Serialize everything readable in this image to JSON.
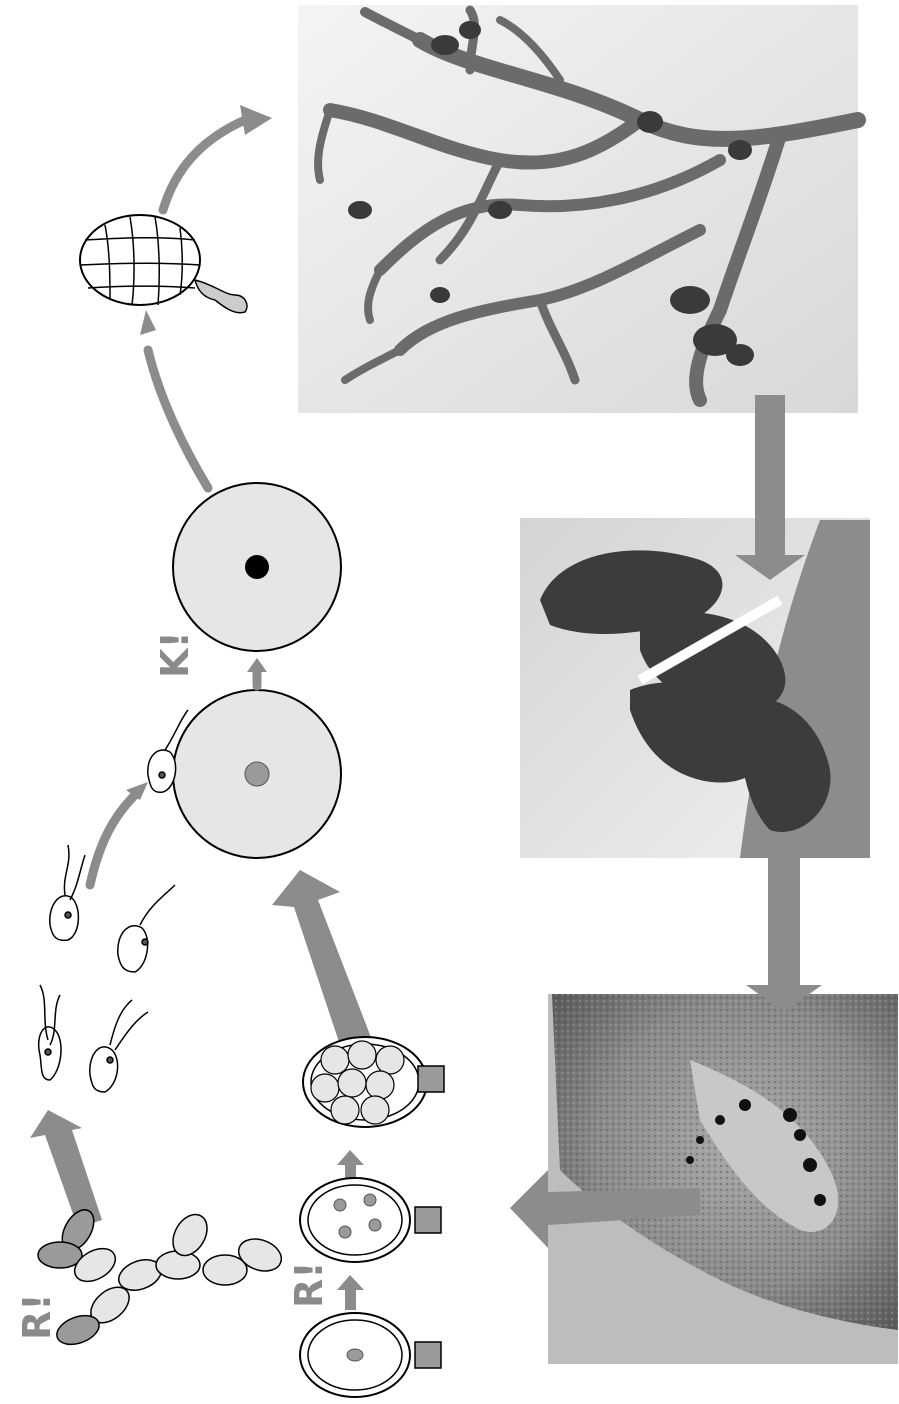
{
  "labels": {
    "meiosis_top": "R!",
    "meiosis_bottom": "R!",
    "fertilization": "K!"
  },
  "colors": {
    "arrow": "#8c8c8c",
    "cell_fill": "#e6e6e6",
    "nucleus": "#9a9a9a",
    "zygote_nucleus": "#000000",
    "tissue": "#6e6e6e"
  },
  "photos": [
    {
      "name": "thallus-photo"
    },
    {
      "name": "receptacle-closeup-photo"
    },
    {
      "name": "conceptacle-section-photo"
    }
  ]
}
